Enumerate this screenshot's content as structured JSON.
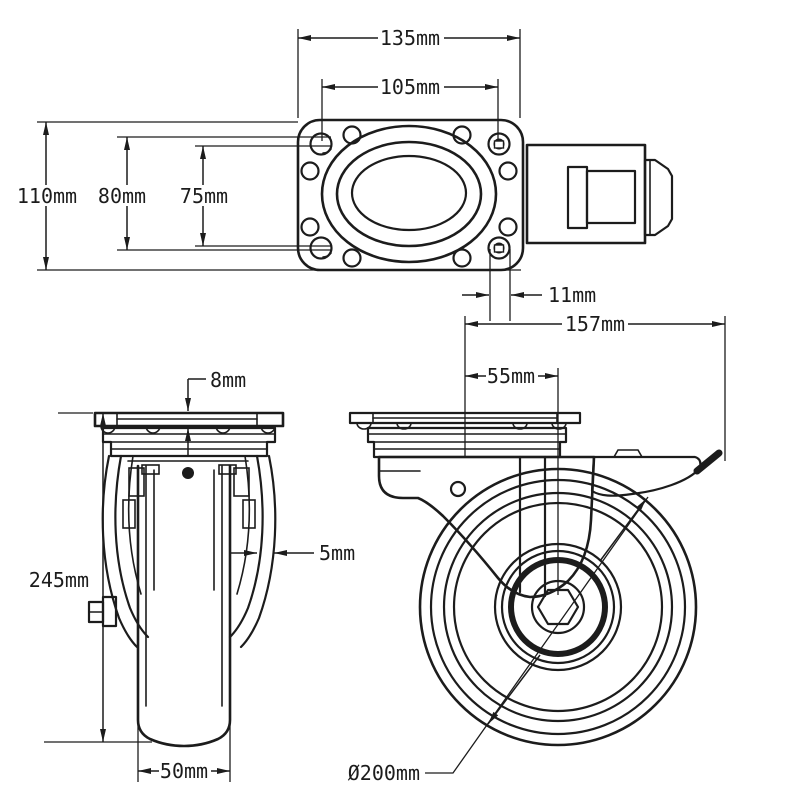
{
  "colors": {
    "background": "#ffffff",
    "ink": "#1c1c1c"
  },
  "dims": {
    "d135": {
      "label": "135mm"
    },
    "d105": {
      "label": "105mm"
    },
    "d110": {
      "label": "110mm"
    },
    "d80": {
      "label": "80mm"
    },
    "d75": {
      "label": "75mm"
    },
    "d11": {
      "label": "11mm"
    },
    "d157": {
      "label": "157mm"
    },
    "d55": {
      "label": "55mm"
    },
    "d8": {
      "label": "8mm"
    },
    "d245": {
      "label": "245mm"
    },
    "d5": {
      "label": "5mm"
    },
    "d50": {
      "label": "50mm"
    },
    "d200": {
      "label": "Ø200mm"
    }
  }
}
